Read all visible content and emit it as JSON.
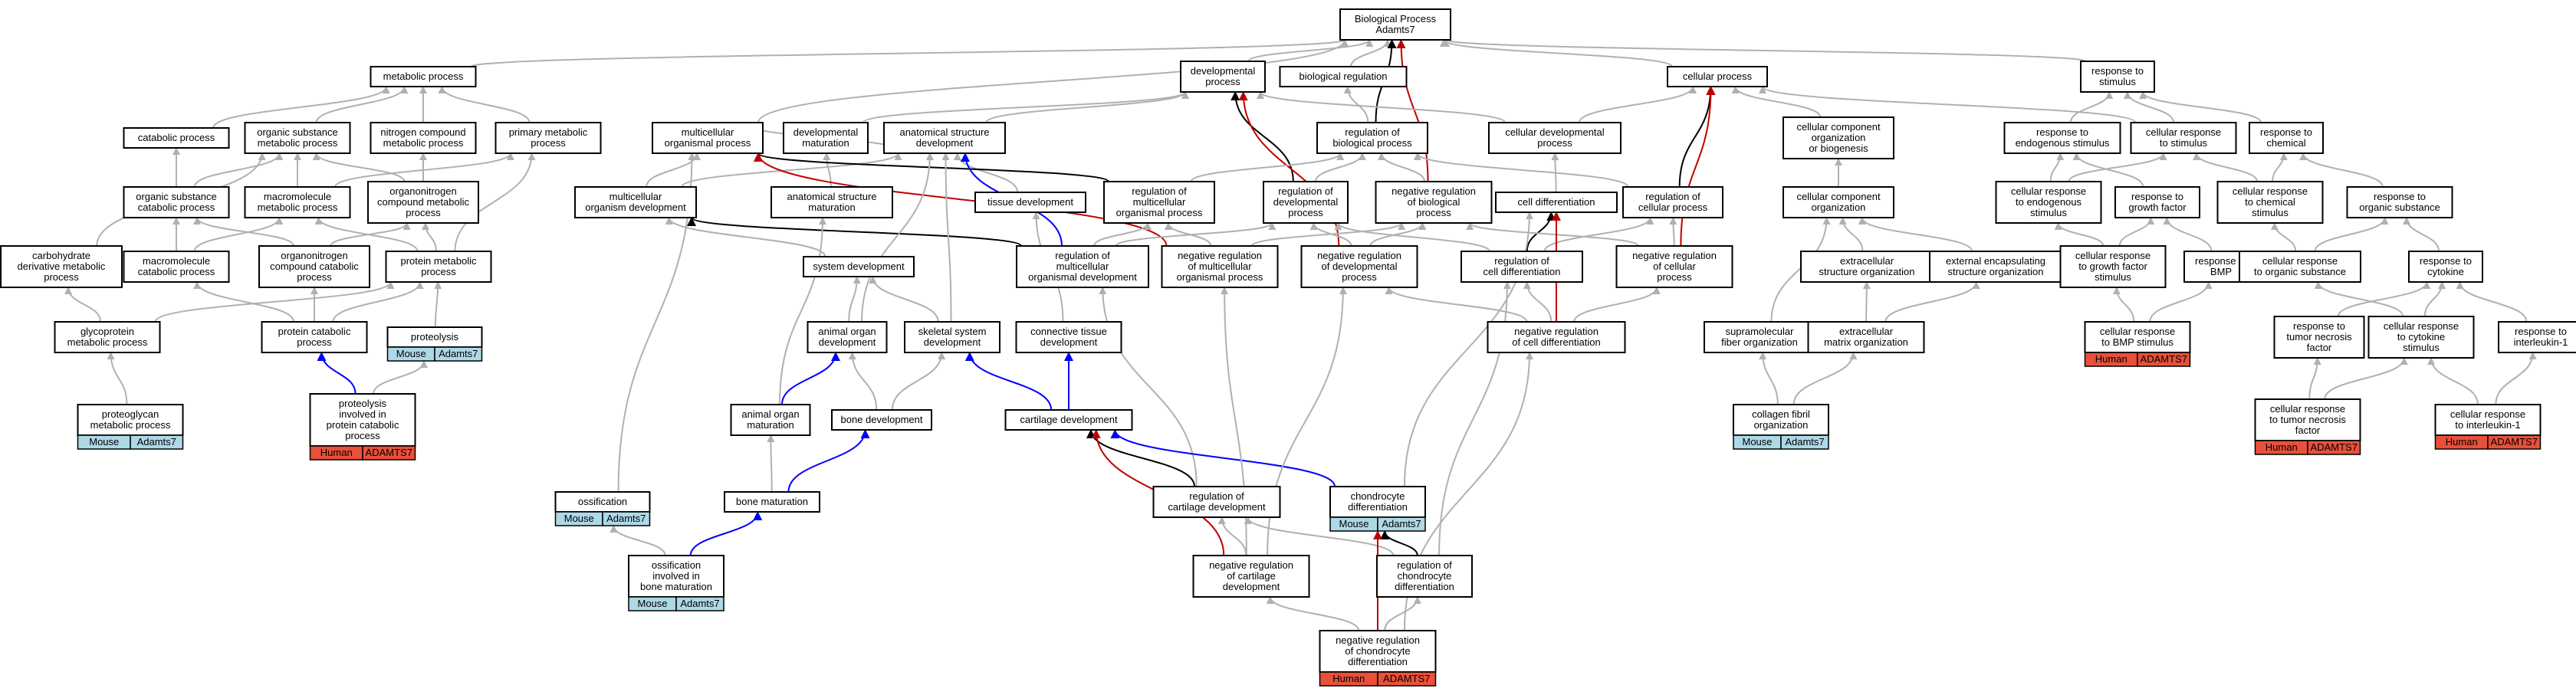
{
  "colors": {
    "is_a": "#b0b0b0",
    "part_of": "#000000",
    "regulates": "#0000ff",
    "negatively_regulates": "#c00000",
    "mouse_tag": "#add8e6",
    "human_tag": "#e8503a"
  },
  "nodes": [
    {
      "id": "bp",
      "lines": [
        "Biological Process",
        "Adamts7"
      ]
    },
    {
      "id": "metabolic",
      "lines": [
        "metabolic process"
      ]
    },
    {
      "id": "devproc",
      "lines": [
        "developmental",
        "process"
      ]
    },
    {
      "id": "bioreg",
      "lines": [
        "biological regulation"
      ]
    },
    {
      "id": "cellproc",
      "lines": [
        "cellular process"
      ]
    },
    {
      "id": "respstim",
      "lines": [
        "response to",
        "stimulus"
      ]
    },
    {
      "id": "catabolic",
      "lines": [
        "catabolic process"
      ]
    },
    {
      "id": "orgsubmet",
      "lines": [
        "organic substance",
        "metabolic process"
      ]
    },
    {
      "id": "nitrogen",
      "lines": [
        "nitrogen compound",
        "metabolic process"
      ]
    },
    {
      "id": "primary",
      "lines": [
        "primary metabolic",
        "process"
      ]
    },
    {
      "id": "multorg",
      "lines": [
        "multicellular",
        "organismal process"
      ]
    },
    {
      "id": "devmat",
      "lines": [
        "developmental",
        "maturation"
      ]
    },
    {
      "id": "anatdev",
      "lines": [
        "anatomical structure",
        "development"
      ]
    },
    {
      "id": "regbio",
      "lines": [
        "regulation of",
        "biological process"
      ]
    },
    {
      "id": "celldevproc",
      "lines": [
        "cellular developmental",
        "process"
      ]
    },
    {
      "id": "cellcompbio",
      "lines": [
        "cellular component",
        "organization",
        "or biogenesis"
      ]
    },
    {
      "id": "respendo",
      "lines": [
        "response to",
        "endogenous stimulus"
      ]
    },
    {
      "id": "cellrespstim",
      "lines": [
        "cellular response",
        "to stimulus"
      ]
    },
    {
      "id": "respchem",
      "lines": [
        "response to",
        "chemical"
      ]
    },
    {
      "id": "orgsubcat",
      "lines": [
        "organic substance",
        "catabolic process"
      ]
    },
    {
      "id": "macromet",
      "lines": [
        "macromolecule",
        "metabolic process"
      ]
    },
    {
      "id": "orgnitmet",
      "lines": [
        "organonitrogen",
        "compound metabolic",
        "process"
      ]
    },
    {
      "id": "multorgdev",
      "lines": [
        "multicellular",
        "organism development"
      ]
    },
    {
      "id": "anatmat",
      "lines": [
        "anatomical structure",
        "maturation"
      ]
    },
    {
      "id": "tissuedev",
      "lines": [
        "tissue development"
      ]
    },
    {
      "id": "regmultorg",
      "lines": [
        "regulation of",
        "multicellular",
        "organismal process"
      ]
    },
    {
      "id": "regdevproc",
      "lines": [
        "regulation of",
        "developmental",
        "process"
      ]
    },
    {
      "id": "negregbio",
      "lines": [
        "negative regulation",
        "of biological",
        "process"
      ]
    },
    {
      "id": "celldiff",
      "lines": [
        "cell differentiation"
      ]
    },
    {
      "id": "regcellproc",
      "lines": [
        "regulation of",
        "cellular process"
      ]
    },
    {
      "id": "cellcomporg",
      "lines": [
        "cellular component",
        "organization"
      ]
    },
    {
      "id": "cellrespendo",
      "lines": [
        "cellular response",
        "to endogenous",
        "stimulus"
      ]
    },
    {
      "id": "respgf",
      "lines": [
        "response to",
        "growth factor"
      ]
    },
    {
      "id": "cellrespchem",
      "lines": [
        "cellular response",
        "to chemical",
        "stimulus"
      ]
    },
    {
      "id": "resporgsub",
      "lines": [
        "response to",
        "organic substance"
      ]
    },
    {
      "id": "carbo",
      "lines": [
        "carbohydrate",
        "derivative metabolic",
        "process"
      ]
    },
    {
      "id": "macrocat",
      "lines": [
        "macromolecule",
        "catabolic process"
      ]
    },
    {
      "id": "orgnitcat",
      "lines": [
        "organonitrogen",
        "compound catabolic",
        "process"
      ]
    },
    {
      "id": "protmet",
      "lines": [
        "protein metabolic",
        "process"
      ]
    },
    {
      "id": "sysdev",
      "lines": [
        "system development"
      ]
    },
    {
      "id": "regmultorgdev",
      "lines": [
        "regulation of",
        "multicellular",
        "organismal development"
      ]
    },
    {
      "id": "negregmultorg",
      "lines": [
        "negative regulation",
        "of multicellular",
        "organismal process"
      ]
    },
    {
      "id": "negregdevproc",
      "lines": [
        "negative regulation",
        "of developmental",
        "process"
      ]
    },
    {
      "id": "regcelldiff",
      "lines": [
        "regulation of",
        "cell differentiation"
      ]
    },
    {
      "id": "negregcellproc",
      "lines": [
        "negative regulation",
        "of cellular",
        "process"
      ]
    },
    {
      "id": "extraorg",
      "lines": [
        "extracellular",
        "structure organization"
      ]
    },
    {
      "id": "extencap",
      "lines": [
        "external encapsulating",
        "structure organization"
      ]
    },
    {
      "id": "cellrespgf",
      "lines": [
        "cellular response",
        "to growth factor",
        "stimulus"
      ]
    },
    {
      "id": "respbmp",
      "lines": [
        "response to",
        "BMP"
      ]
    },
    {
      "id": "cellresporg",
      "lines": [
        "cellular response",
        "to organic substance"
      ]
    },
    {
      "id": "respcyto",
      "lines": [
        "response to",
        "cytokine"
      ]
    },
    {
      "id": "glyco",
      "lines": [
        "glycoprotein",
        "metabolic process"
      ]
    },
    {
      "id": "protcat",
      "lines": [
        "protein catabolic",
        "process"
      ]
    },
    {
      "id": "proteolysis",
      "lines": [
        "proteolysis"
      ],
      "tag": [
        "Mouse",
        "Adamts7"
      ]
    },
    {
      "id": "animorgdev",
      "lines": [
        "animal organ",
        "development"
      ]
    },
    {
      "id": "skeldev",
      "lines": [
        "skeletal system",
        "development"
      ]
    },
    {
      "id": "conndev",
      "lines": [
        "connective tissue",
        "development"
      ]
    },
    {
      "id": "negregcelldiff",
      "lines": [
        "negative regulation",
        "of cell differentiation"
      ]
    },
    {
      "id": "supramol",
      "lines": [
        "supramolecular",
        "fiber organization"
      ]
    },
    {
      "id": "ecm",
      "lines": [
        "extracellular",
        "matrix organization"
      ]
    },
    {
      "id": "cellrespbmp",
      "lines": [
        "cellular response",
        "to BMP stimulus"
      ],
      "tag": [
        "Human",
        "ADAMTS7"
      ]
    },
    {
      "id": "resptnf",
      "lines": [
        "response to",
        "tumor necrosis",
        "factor"
      ]
    },
    {
      "id": "cellrespcyto",
      "lines": [
        "cellular response",
        "to cytokine",
        "stimulus"
      ]
    },
    {
      "id": "respil1",
      "lines": [
        "response to",
        "interleukin-1"
      ]
    },
    {
      "id": "proteoglycan",
      "lines": [
        "proteoglycan",
        "metabolic process"
      ],
      "tag": [
        "Mouse",
        "Adamts7"
      ]
    },
    {
      "id": "proteolysiscat",
      "lines": [
        "proteolysis",
        "involved in",
        "protein catabolic",
        "process"
      ],
      "tag": [
        "Human",
        "ADAMTS7"
      ]
    },
    {
      "id": "animorgmat",
      "lines": [
        "animal organ",
        "maturation"
      ]
    },
    {
      "id": "bonedev",
      "lines": [
        "bone development"
      ]
    },
    {
      "id": "cartdev",
      "lines": [
        "cartilage development"
      ]
    },
    {
      "id": "collagen",
      "lines": [
        "collagen fibril",
        "organization"
      ],
      "tag": [
        "Mouse",
        "Adamts7"
      ]
    },
    {
      "id": "cellresptnf",
      "lines": [
        "cellular response",
        "to tumor necrosis",
        "factor"
      ],
      "tag": [
        "Human",
        "ADAMTS7"
      ]
    },
    {
      "id": "cellrespil1",
      "lines": [
        "cellular response",
        "to interleukin-1"
      ],
      "tag": [
        "Human",
        "ADAMTS7"
      ]
    },
    {
      "id": "ossification",
      "lines": [
        "ossification"
      ],
      "tag": [
        "Mouse",
        "Adamts7"
      ]
    },
    {
      "id": "bonemat",
      "lines": [
        "bone maturation"
      ]
    },
    {
      "id": "regcartdev",
      "lines": [
        "regulation of",
        "cartilage development"
      ]
    },
    {
      "id": "chondiff",
      "lines": [
        "chondrocyte",
        "differentiation"
      ],
      "tag": [
        "Mouse",
        "Adamts7"
      ]
    },
    {
      "id": "ossbonemat",
      "lines": [
        "ossification",
        "involved in",
        "bone maturation"
      ],
      "tag": [
        "Mouse",
        "Adamts7"
      ]
    },
    {
      "id": "negregcartdev",
      "lines": [
        "negative regulation",
        "of cartilage",
        "development"
      ]
    },
    {
      "id": "regchondiff",
      "lines": [
        "regulation of",
        "chondrocyte",
        "differentiation"
      ]
    },
    {
      "id": "negregchondiff",
      "lines": [
        "negative regulation",
        "of chondrocyte",
        "differentiation"
      ],
      "tag": [
        "Human",
        "ADAMTS7"
      ]
    }
  ],
  "edges": [
    [
      "metabolic",
      "bp",
      "is_a"
    ],
    [
      "devproc",
      "bp",
      "is_a"
    ],
    [
      "bioreg",
      "bp",
      "is_a"
    ],
    [
      "cellproc",
      "bp",
      "is_a"
    ],
    [
      "respstim",
      "bp",
      "is_a"
    ],
    [
      "multorg",
      "bp",
      "is_a"
    ],
    [
      "regbio",
      "bp",
      "part_of"
    ],
    [
      "negregbio",
      "bp",
      "negatively_regulates"
    ],
    [
      "catabolic",
      "metabolic",
      "is_a"
    ],
    [
      "orgsubmet",
      "metabolic",
      "is_a"
    ],
    [
      "nitrogen",
      "metabolic",
      "is_a"
    ],
    [
      "primary",
      "metabolic",
      "is_a"
    ],
    [
      "devmat",
      "devproc",
      "is_a"
    ],
    [
      "anatdev",
      "devproc",
      "is_a"
    ],
    [
      "celldevproc",
      "devproc",
      "is_a"
    ],
    [
      "regdevproc",
      "devproc",
      "part_of"
    ],
    [
      "negregdevproc",
      "devproc",
      "negatively_regulates"
    ],
    [
      "regbio",
      "bioreg",
      "is_a"
    ],
    [
      "celldevproc",
      "cellproc",
      "is_a"
    ],
    [
      "cellcompbio",
      "cellproc",
      "is_a"
    ],
    [
      "cellrespstim",
      "cellproc",
      "is_a"
    ],
    [
      "regcellproc",
      "cellproc",
      "part_of"
    ],
    [
      "negregcellproc",
      "cellproc",
      "negatively_regulates"
    ],
    [
      "respendo",
      "respstim",
      "is_a"
    ],
    [
      "cellrespstim",
      "respstim",
      "is_a"
    ],
    [
      "respchem",
      "respstim",
      "is_a"
    ],
    [
      "orgsubcat",
      "catabolic",
      "is_a"
    ],
    [
      "orgsubcat",
      "orgsubmet",
      "is_a"
    ],
    [
      "macromet",
      "orgsubmet",
      "is_a"
    ],
    [
      "orgnitmet",
      "orgsubmet",
      "is_a"
    ],
    [
      "orgnitmet",
      "nitrogen",
      "is_a"
    ],
    [
      "macromet",
      "primary",
      "is_a"
    ],
    [
      "carbo",
      "orgsubmet",
      "is_a"
    ],
    [
      "protmet",
      "primary",
      "is_a"
    ],
    [
      "multorgdev",
      "multorg",
      "is_a"
    ],
    [
      "anatmat",
      "devmat",
      "is_a"
    ],
    [
      "anatdev",
      "multorg",
      "is_a"
    ],
    [
      "multorgdev",
      "anatdev",
      "is_a"
    ],
    [
      "tissuedev",
      "anatdev",
      "is_a"
    ],
    [
      "regmultorg",
      "multorg",
      "part_of"
    ],
    [
      "regmultorg",
      "regbio",
      "is_a"
    ],
    [
      "negregmultorg",
      "multorg",
      "negatively_regulates"
    ],
    [
      "regdevproc",
      "regbio",
      "is_a"
    ],
    [
      "negregbio",
      "regbio",
      "is_a"
    ],
    [
      "regcellproc",
      "regbio",
      "is_a"
    ],
    [
      "celldiff",
      "celldevproc",
      "is_a"
    ],
    [
      "cellcomporg",
      "cellcompbio",
      "is_a"
    ],
    [
      "cellrespendo",
      "respendo",
      "is_a"
    ],
    [
      "cellrespendo",
      "cellrespstim",
      "is_a"
    ],
    [
      "respgf",
      "respendo",
      "is_a"
    ],
    [
      "cellrespchem",
      "cellrespstim",
      "is_a"
    ],
    [
      "cellrespchem",
      "respchem",
      "is_a"
    ],
    [
      "resporgsub",
      "respchem",
      "is_a"
    ],
    [
      "macrocat",
      "orgsubcat",
      "is_a"
    ],
    [
      "macrocat",
      "macromet",
      "is_a"
    ],
    [
      "orgnitcat",
      "orgnitmet",
      "is_a"
    ],
    [
      "orgnitcat",
      "orgsubcat",
      "is_a"
    ],
    [
      "protmet",
      "macromet",
      "is_a"
    ],
    [
      "protmet",
      "orgnitmet",
      "is_a"
    ],
    [
      "sysdev",
      "multorgdev",
      "is_a"
    ],
    [
      "regmultorgdev",
      "multorgdev",
      "part_of"
    ],
    [
      "regmultorgdev",
      "regmultorg",
      "is_a"
    ],
    [
      "regmultorgdev",
      "regdevproc",
      "is_a"
    ],
    [
      "regmultorgdev",
      "anatdev",
      "regulates"
    ],
    [
      "negregmultorg",
      "regmultorg",
      "is_a"
    ],
    [
      "negregmultorg",
      "negregbio",
      "is_a"
    ],
    [
      "negregdevproc",
      "regdevproc",
      "is_a"
    ],
    [
      "negregdevproc",
      "negregbio",
      "is_a"
    ],
    [
      "regcelldiff",
      "regcellproc",
      "is_a"
    ],
    [
      "regcelldiff",
      "regdevproc",
      "is_a"
    ],
    [
      "regcelldiff",
      "celldiff",
      "part_of"
    ],
    [
      "negregcellproc",
      "regcellproc",
      "is_a"
    ],
    [
      "negregcellproc",
      "negregbio",
      "is_a"
    ],
    [
      "extraorg",
      "cellcomporg",
      "is_a"
    ],
    [
      "extencap",
      "cellcomporg",
      "is_a"
    ],
    [
      "cellrespgf",
      "respgf",
      "is_a"
    ],
    [
      "cellrespgf",
      "cellrespendo",
      "is_a"
    ],
    [
      "respbmp",
      "respgf",
      "is_a"
    ],
    [
      "cellresporg",
      "resporgsub",
      "is_a"
    ],
    [
      "cellresporg",
      "cellrespchem",
      "is_a"
    ],
    [
      "respcyto",
      "resporgsub",
      "is_a"
    ],
    [
      "glyco",
      "carbo",
      "is_a"
    ],
    [
      "glyco",
      "protmet",
      "is_a"
    ],
    [
      "protcat",
      "macrocat",
      "is_a"
    ],
    [
      "protcat",
      "protmet",
      "is_a"
    ],
    [
      "protcat",
      "orgnitcat",
      "is_a"
    ],
    [
      "proteolysis",
      "protmet",
      "is_a"
    ],
    [
      "animorgdev",
      "sysdev",
      "is_a"
    ],
    [
      "skeldev",
      "sysdev",
      "is_a"
    ],
    [
      "animorgdev",
      "anatdev",
      "is_a"
    ],
    [
      "skeldev",
      "anatdev",
      "is_a"
    ],
    [
      "conndev",
      "tissuedev",
      "is_a"
    ],
    [
      "negregcelldiff",
      "regcelldiff",
      "is_a"
    ],
    [
      "negregcelldiff",
      "negregcellproc",
      "is_a"
    ],
    [
      "negregcelldiff",
      "negregdevproc",
      "is_a"
    ],
    [
      "negregcelldiff",
      "celldiff",
      "negatively_regulates"
    ],
    [
      "supramol",
      "cellcomporg",
      "is_a"
    ],
    [
      "ecm",
      "extraorg",
      "is_a"
    ],
    [
      "ecm",
      "extencap",
      "is_a"
    ],
    [
      "cellrespbmp",
      "cellrespgf",
      "is_a"
    ],
    [
      "cellrespbmp",
      "respbmp",
      "is_a"
    ],
    [
      "resptnf",
      "respcyto",
      "is_a"
    ],
    [
      "cellrespcyto",
      "respcyto",
      "is_a"
    ],
    [
      "cellrespcyto",
      "cellresporg",
      "is_a"
    ],
    [
      "respil1",
      "respcyto",
      "is_a"
    ],
    [
      "proteoglycan",
      "glyco",
      "is_a"
    ],
    [
      "proteolysiscat",
      "proteolysis",
      "is_a"
    ],
    [
      "proteolysiscat",
      "protcat",
      "regulates"
    ],
    [
      "animorgmat",
      "anatmat",
      "is_a"
    ],
    [
      "animorgmat",
      "animorgdev",
      "regulates"
    ],
    [
      "bonedev",
      "animorgdev",
      "is_a"
    ],
    [
      "bonedev",
      "skeldev",
      "is_a"
    ],
    [
      "cartdev",
      "skeldev",
      "regulates"
    ],
    [
      "cartdev",
      "conndev",
      "regulates"
    ],
    [
      "collagen",
      "supramol",
      "is_a"
    ],
    [
      "collagen",
      "ecm",
      "is_a"
    ],
    [
      "cellresptnf",
      "resptnf",
      "is_a"
    ],
    [
      "cellresptnf",
      "cellrespcyto",
      "is_a"
    ],
    [
      "cellrespil1",
      "respil1",
      "is_a"
    ],
    [
      "cellrespil1",
      "cellrespcyto",
      "is_a"
    ],
    [
      "ossification",
      "multorg",
      "is_a"
    ],
    [
      "bonemat",
      "animorgmat",
      "is_a"
    ],
    [
      "bonemat",
      "bonedev",
      "regulates"
    ],
    [
      "regcartdev",
      "cartdev",
      "part_of"
    ],
    [
      "regcartdev",
      "regmultorgdev",
      "is_a"
    ],
    [
      "chondiff",
      "cartdev",
      "regulates"
    ],
    [
      "chondiff",
      "celldiff",
      "is_a"
    ],
    [
      "ossbonemat",
      "ossification",
      "is_a"
    ],
    [
      "ossbonemat",
      "bonemat",
      "regulates"
    ],
    [
      "negregcartdev",
      "regcartdev",
      "is_a"
    ],
    [
      "negregcartdev",
      "negregmultorg",
      "is_a"
    ],
    [
      "negregcartdev",
      "cartdev",
      "negatively_regulates"
    ],
    [
      "negregcartdev",
      "negregdevproc",
      "is_a"
    ],
    [
      "regchondiff",
      "chondiff",
      "part_of"
    ],
    [
      "regchondiff",
      "regcartdev",
      "is_a"
    ],
    [
      "regchondiff",
      "regcelldiff",
      "is_a"
    ],
    [
      "negregchondiff",
      "regchondiff",
      "is_a"
    ],
    [
      "negregchondiff",
      "negregcartdev",
      "is_a"
    ],
    [
      "negregchondiff",
      "chondiff",
      "negatively_regulates"
    ],
    [
      "negregchondiff",
      "negregcelldiff",
      "is_a"
    ]
  ]
}
